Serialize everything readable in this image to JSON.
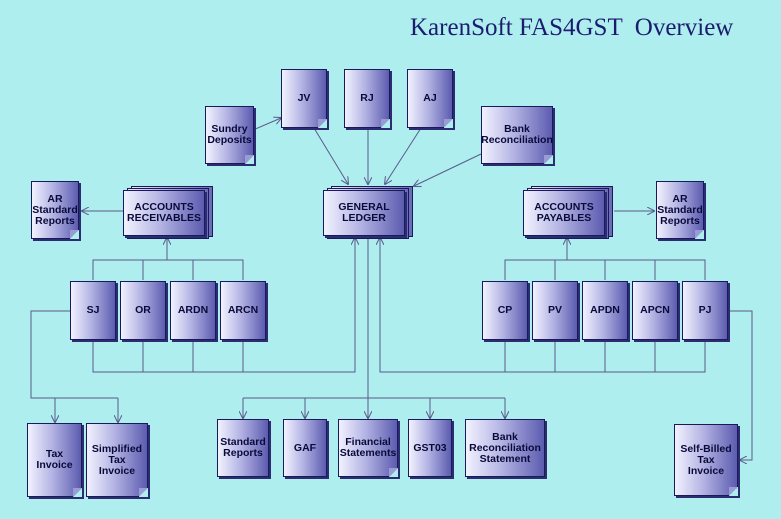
{
  "title": "KarenSoft FAS4GST  Overview",
  "nodes": {
    "jv": "JV",
    "rj": "RJ",
    "aj": "AJ",
    "sundry_deposits": "Sundry\nDeposits",
    "bank_reconciliation": "Bank\nReconciliation",
    "general_ledger": "GENERAL\nLEDGER",
    "accounts_receivables": "ACCOUNTS\nRECEIVABLES",
    "accounts_payables": "ACCOUNTS\nPAYABLES",
    "ar_standard_reports_left": "AR\nStandard\nReports",
    "ar_standard_reports_right": "AR\nStandard\nReports",
    "sj": "SJ",
    "or": "OR",
    "ardn": "ARDN",
    "arcn": "ARCN",
    "cp": "CP",
    "pv": "PV",
    "apdn": "APDN",
    "apcn": "APCN",
    "pj": "PJ",
    "tax_invoice": "Tax\nInvoice",
    "simplified_tax_invoice": "Simplified\nTax\nInvoice",
    "standard_reports": "Standard\nReports",
    "gaf": "GAF",
    "financial_statements": "Financial\nStatements",
    "gst03": "GST03",
    "bank_reconciliation_statement": "Bank\nReconciliation\nStatement",
    "self_billed_tax_invoice": "Self-Billed\nTax\nInvoice"
  },
  "colors": {
    "background": "#aeeeee",
    "title_text": "#1c1c6e",
    "node_light": "#f2f2ff",
    "node_dark": "#5c5cb0",
    "connector": "#5a5a8a"
  }
}
